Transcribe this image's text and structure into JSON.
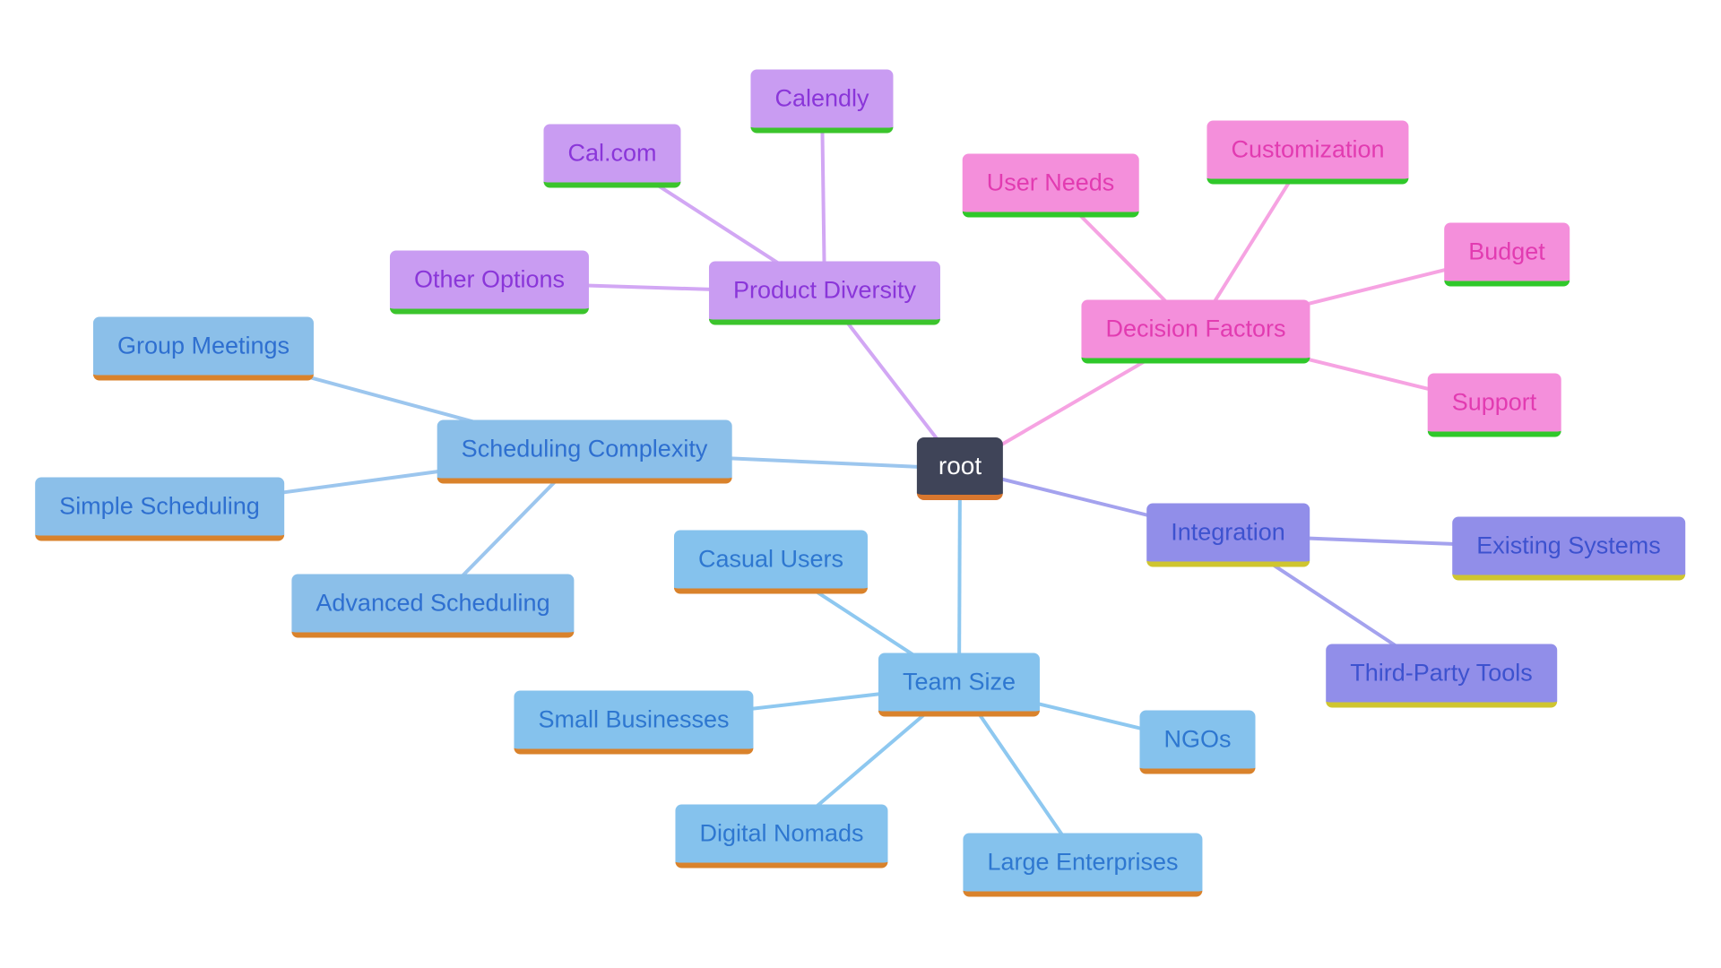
{
  "diagram_type": "mindmap",
  "nodes": {
    "root": "root",
    "product_diversity": "Product Diversity",
    "calendly": "Calendly",
    "cal_com": "Cal.com",
    "other_options": "Other Options",
    "decision_factors": "Decision Factors",
    "user_needs": "User Needs",
    "customization": "Customization",
    "budget": "Budget",
    "support": "Support",
    "scheduling_complexity": "Scheduling Complexity",
    "group_meetings": "Group Meetings",
    "simple_scheduling": "Simple Scheduling",
    "advanced_scheduling": "Advanced Scheduling",
    "integration": "Integration",
    "existing_systems": "Existing Systems",
    "third_party_tools": "Third-Party Tools",
    "team_size": "Team Size",
    "casual_users": "Casual Users",
    "small_businesses": "Small Businesses",
    "digital_nomads": "Digital Nomads",
    "large_enterprises": "Large Enterprises",
    "ngos": "NGOs"
  },
  "hierarchy": {
    "root": {
      "Product Diversity": [
        "Calendly",
        "Cal.com",
        "Other Options"
      ],
      "Decision Factors": [
        "User Needs",
        "Customization",
        "Budget",
        "Support"
      ],
      "Scheduling Complexity": [
        "Group Meetings",
        "Simple Scheduling",
        "Advanced Scheduling"
      ],
      "Integration": [
        "Existing Systems",
        "Third-Party Tools"
      ],
      "Team Size": [
        "Casual Users",
        "Small Businesses",
        "Digital Nomads",
        "Large Enterprises",
        "NGOs"
      ]
    }
  },
  "edges": [
    {
      "from": "root",
      "to": "product_diversity",
      "branch": "purple"
    },
    {
      "from": "product_diversity",
      "to": "calendly",
      "branch": "purple"
    },
    {
      "from": "product_diversity",
      "to": "cal_com",
      "branch": "purple"
    },
    {
      "from": "product_diversity",
      "to": "other_options",
      "branch": "purple"
    },
    {
      "from": "root",
      "to": "decision_factors",
      "branch": "pink"
    },
    {
      "from": "decision_factors",
      "to": "user_needs",
      "branch": "pink"
    },
    {
      "from": "decision_factors",
      "to": "customization",
      "branch": "pink"
    },
    {
      "from": "decision_factors",
      "to": "budget",
      "branch": "pink"
    },
    {
      "from": "decision_factors",
      "to": "support",
      "branch": "pink"
    },
    {
      "from": "root",
      "to": "scheduling_complexity",
      "branch": "blue"
    },
    {
      "from": "scheduling_complexity",
      "to": "group_meetings",
      "branch": "blue"
    },
    {
      "from": "scheduling_complexity",
      "to": "simple_scheduling",
      "branch": "blue"
    },
    {
      "from": "scheduling_complexity",
      "to": "advanced_scheduling",
      "branch": "blue"
    },
    {
      "from": "root",
      "to": "integration",
      "branch": "indigo"
    },
    {
      "from": "integration",
      "to": "existing_systems",
      "branch": "indigo"
    },
    {
      "from": "integration",
      "to": "third_party_tools",
      "branch": "indigo"
    },
    {
      "from": "root",
      "to": "team_size",
      "branch": "teamblue"
    },
    {
      "from": "team_size",
      "to": "casual_users",
      "branch": "teamblue"
    },
    {
      "from": "team_size",
      "to": "small_businesses",
      "branch": "teamblue"
    },
    {
      "from": "team_size",
      "to": "digital_nomads",
      "branch": "teamblue"
    },
    {
      "from": "team_size",
      "to": "large_enterprises",
      "branch": "teamblue"
    },
    {
      "from": "team_size",
      "to": "ngos",
      "branch": "teamblue"
    }
  ],
  "palette": {
    "root": {
      "bg": "#3f4458",
      "text": "#ffffff",
      "underline": "#d9772e"
    },
    "purple": {
      "bg": "#c99cf2",
      "text": "#8a36d9",
      "underline": "#3bc42c",
      "edge": "#d2a7f4"
    },
    "pink": {
      "bg": "#f48fdb",
      "text": "#e23bb1",
      "underline": "#2fc82a",
      "edge": "#f6a3e2"
    },
    "blue": {
      "bg": "#8bbfe9",
      "text": "#2e6fd0",
      "underline": "#d9822b",
      "edge": "#9cc6ee"
    },
    "indigo": {
      "bg": "#918ee9",
      "text": "#3d52cf",
      "underline": "#cfc52f",
      "edge": "#a4a2ee"
    },
    "teamblue": {
      "bg": "#85c2ed",
      "text": "#2e77d0",
      "underline": "#d9822b",
      "edge": "#8ec8f0"
    }
  }
}
